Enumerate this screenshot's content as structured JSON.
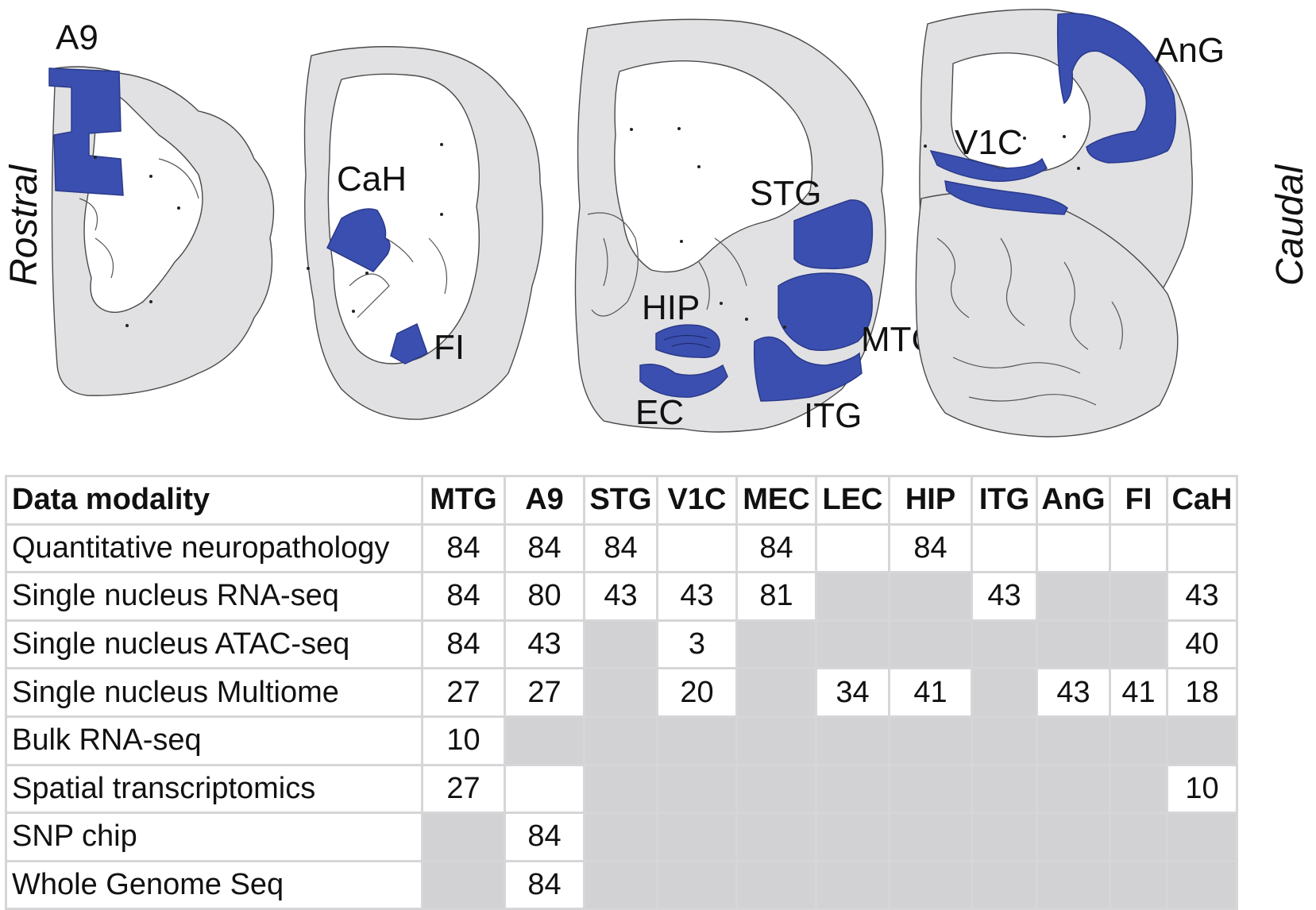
{
  "orientation": {
    "left": "Rostral",
    "right": "Caudal"
  },
  "region_labels": {
    "a9": "A9",
    "cah": "CaH",
    "fi": "FI",
    "stg": "STG",
    "hip": "HIP",
    "mtg": "MTG",
    "ec": "EC",
    "itg": "ITG",
    "v1c": "V1C",
    "ang": "AnG"
  },
  "colors": {
    "highlight": "#3b4fb0",
    "tissue": "#e1e1e3",
    "empty_cell": "#d2d2d4"
  },
  "table": {
    "header_first": "Data modality",
    "columns": [
      "MTG",
      "A9",
      "STG",
      "V1C",
      "MEC",
      "LEC",
      "HIP",
      "ITG",
      "AnG",
      "FI",
      "CaH"
    ],
    "rows": [
      {
        "label": "Quantitative neuropathology",
        "cells": [
          "84",
          "84",
          "84",
          "",
          "84",
          "",
          "84",
          "",
          "",
          "",
          ""
        ],
        "shade": [
          0,
          0,
          0,
          0,
          0,
          0,
          0,
          0,
          0,
          0,
          0
        ]
      },
      {
        "label": "Single nucleus RNA-seq",
        "cells": [
          "84",
          "80",
          "43",
          "43",
          "81",
          "",
          "",
          "43",
          "",
          "",
          "43"
        ],
        "shade": [
          0,
          0,
          0,
          0,
          0,
          1,
          1,
          0,
          1,
          1,
          0
        ]
      },
      {
        "label": "Single nucleus ATAC-seq",
        "cells": [
          "84",
          "43",
          "",
          "3",
          "",
          "",
          "",
          "",
          "",
          "",
          "40"
        ],
        "shade": [
          0,
          0,
          1,
          0,
          1,
          1,
          1,
          1,
          1,
          1,
          0
        ]
      },
      {
        "label": "Single nucleus Multiome",
        "cells": [
          "27",
          "27",
          "",
          "20",
          "",
          "34",
          "41",
          "",
          "43",
          "41",
          "18"
        ],
        "shade": [
          0,
          0,
          1,
          0,
          1,
          0,
          0,
          1,
          0,
          0,
          0
        ]
      },
      {
        "label": "Bulk RNA-seq",
        "cells": [
          "10",
          "",
          "",
          "",
          "",
          "",
          "",
          "",
          "",
          "",
          ""
        ],
        "shade": [
          0,
          1,
          1,
          1,
          1,
          1,
          1,
          1,
          1,
          1,
          1
        ]
      },
      {
        "label": "Spatial transcriptomics",
        "cells": [
          "27",
          "",
          "",
          "",
          "",
          "",
          "",
          "",
          "",
          "",
          "10"
        ],
        "shade": [
          0,
          0,
          1,
          1,
          1,
          1,
          1,
          1,
          1,
          1,
          0
        ]
      },
      {
        "label": "SNP chip",
        "cells": [
          "",
          "84",
          "",
          "",
          "",
          "",
          "",
          "",
          "",
          "",
          ""
        ],
        "shade": [
          1,
          0,
          1,
          1,
          1,
          1,
          1,
          1,
          1,
          1,
          1
        ]
      },
      {
        "label": "Whole Genome Seq",
        "cells": [
          "",
          "84",
          "",
          "",
          "",
          "",
          "",
          "",
          "",
          "",
          ""
        ],
        "shade": [
          1,
          0,
          1,
          1,
          1,
          1,
          1,
          1,
          1,
          1,
          1
        ]
      }
    ]
  }
}
